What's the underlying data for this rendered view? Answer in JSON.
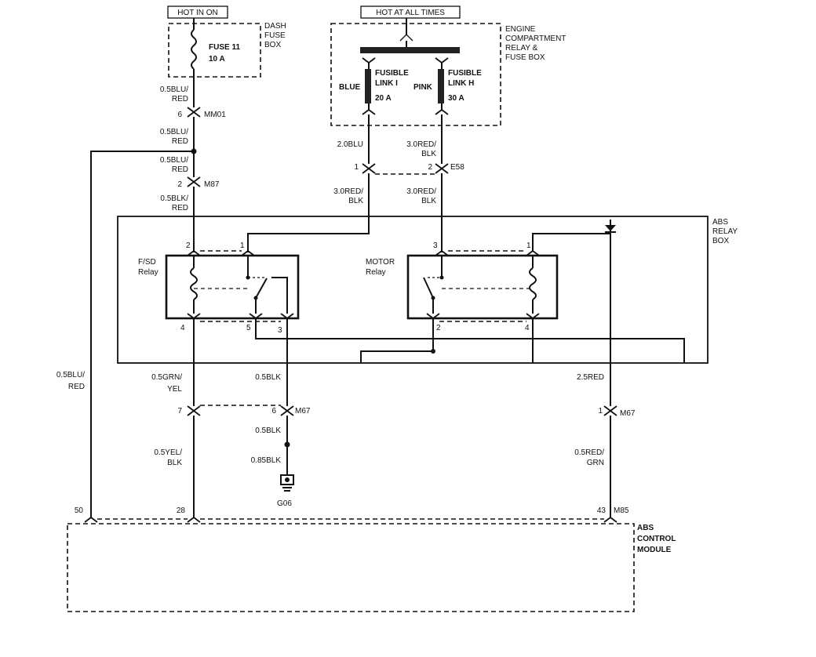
{
  "labels": {
    "hot_in_on": "HOT IN ON",
    "hot_at_all_times": "HOT AT ALL TIMES",
    "dash_fuse_box_1": "DASH",
    "dash_fuse_box_2": "FUSE",
    "dash_fuse_box_3": "BOX",
    "fuse11": "FUSE 11",
    "fuse11_rating": "10 A",
    "eng_comp_1": "ENGINE",
    "eng_comp_2": "COMPARTMENT",
    "eng_comp_3": "RELAY &",
    "eng_comp_4": "FUSE BOX",
    "fl_i_1": "FUSIBLE",
    "fl_i_2": "LINK I",
    "fl_i_3": "20 A",
    "fl_h_1": "FUSIBLE",
    "fl_h_2": "LINK H",
    "fl_h_3": "30 A",
    "blue": "BLUE",
    "pink": "PINK",
    "abs_relay_box_1": "ABS",
    "abs_relay_box_2": "RELAY",
    "abs_relay_box_3": "BOX",
    "fsd_relay_1": "F/SD",
    "fsd_relay_2": "Relay",
    "motor_relay_1": "MOTOR",
    "motor_relay_2": "Relay",
    "abs_module_1": "ABS",
    "abs_module_2": "CONTROL",
    "abs_module_3": "MODULE",
    "ground": "G06"
  },
  "wires": {
    "w1a": "0.5BLU/",
    "w1b": "RED",
    "w2a": "0.5BLU/",
    "w2b": "RED",
    "w3a": "0.5BLU/",
    "w3b": "RED",
    "w4a": "0.5BLK/",
    "w4b": "RED",
    "w5": "2.0BLU",
    "w6a": "3.0RED/",
    "w6b": "BLK",
    "w7a": "3.0RED/",
    "w7b": "BLK",
    "w8a": "3.0RED/",
    "w8b": "BLK",
    "w9a": "0.5BLU/",
    "w9b": "RED",
    "w10a": "0.5GRN/",
    "w10b": "YEL",
    "w11": "0.5BLK",
    "w12": "2.5RED",
    "w13": "0.5BLK",
    "w14": "0.85BLK",
    "w15a": "0.5YEL/",
    "w15b": "BLK",
    "w16a": "0.5RED/",
    "w16b": "GRN"
  },
  "connectors": {
    "mm01": "MM01",
    "mm01_pin": "6",
    "m87_top": "M87",
    "m87_top_pin": "2",
    "e58": "E58",
    "e58_pin1": "1",
    "e58_pin2": "2",
    "m67_a": "M67",
    "m67_a_pin7": "7",
    "m67_a_pin6": "6",
    "m67_b": "M67",
    "m67_b_pin": "1",
    "m85": "M85",
    "m85_pin50": "50",
    "m85_pin28": "28",
    "m85_pin43": "43"
  },
  "pins": {
    "fsd_2": "2",
    "fsd_1": "1",
    "fsd_4": "4",
    "fsd_5": "5",
    "fsd_3": "3",
    "motor_3": "3",
    "motor_1": "1",
    "motor_2": "2",
    "motor_4": "4"
  }
}
